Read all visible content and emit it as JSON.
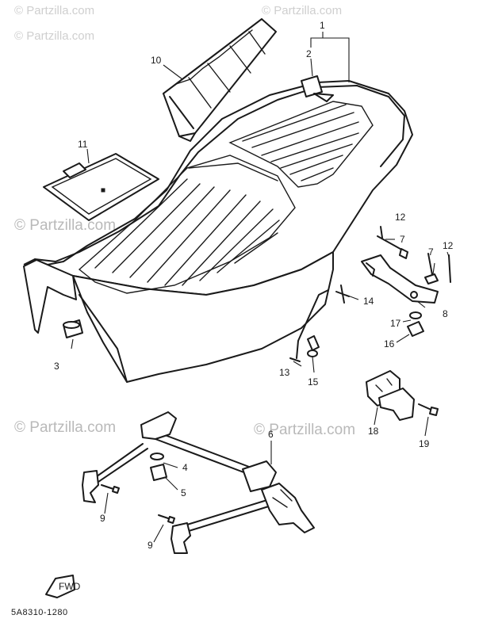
{
  "watermark": {
    "text": "© Partzilla.com"
  },
  "diagram_code": "5A8310-1280",
  "front_arrow_label": "FWD",
  "callouts": {
    "c1": "1",
    "c2": "2",
    "c3": "3",
    "c4": "4",
    "c5": "5",
    "c6": "6",
    "c7a": "7",
    "c7b": "7",
    "c8": "8",
    "c9a": "9",
    "c9b": "9",
    "c10": "10",
    "c11": "11",
    "c12a": "12",
    "c12b": "12",
    "c13": "13",
    "c14": "14",
    "c15": "15",
    "c16": "16",
    "c17": "17",
    "c18": "18",
    "c19": "19"
  }
}
